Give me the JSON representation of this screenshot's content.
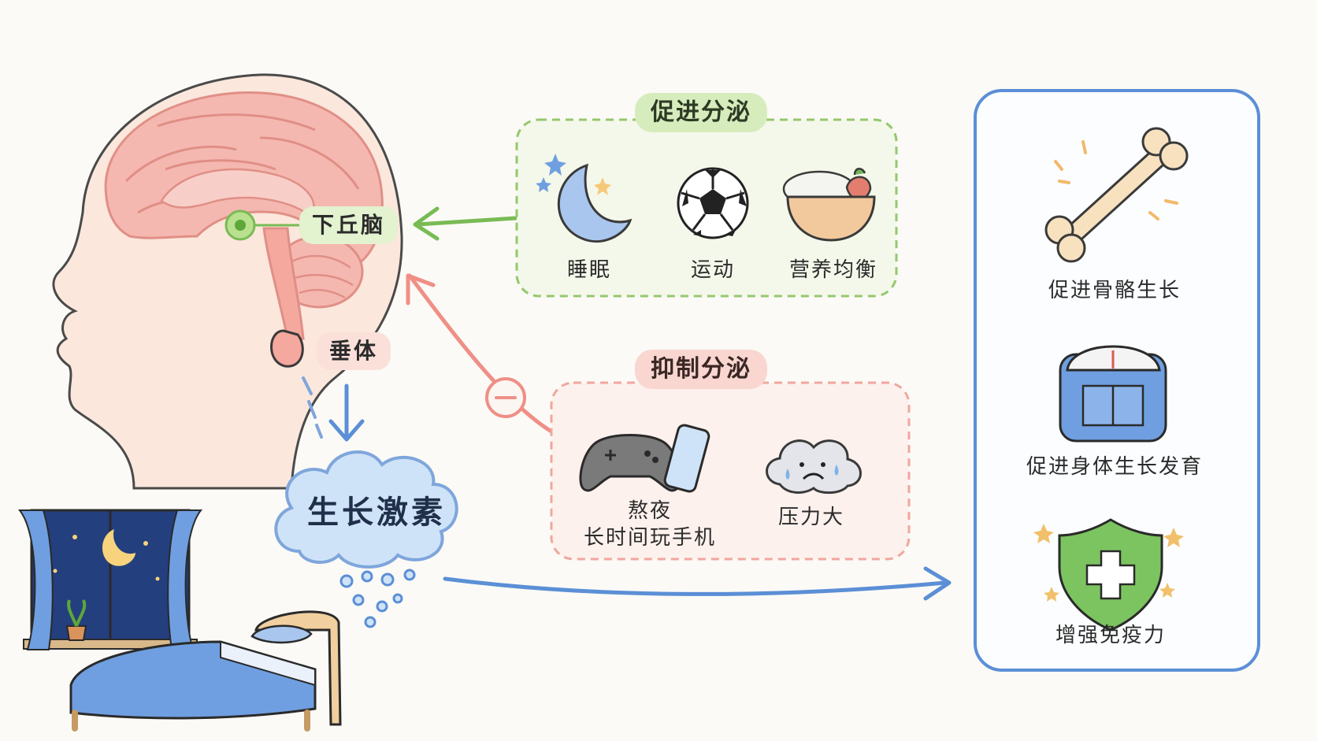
{
  "brain": {
    "hypothalamus_label": "下丘脑",
    "pituitary_label": "垂体"
  },
  "hormone": {
    "label": "生长激素"
  },
  "promote": {
    "title": "促进分泌",
    "items": [
      {
        "label": "睡眠",
        "icon": "moon-icon"
      },
      {
        "label": "运动",
        "icon": "soccer-ball-icon"
      },
      {
        "label": "营养均衡",
        "icon": "food-bowl-icon"
      }
    ]
  },
  "inhibit": {
    "title": "抑制分泌",
    "items": [
      {
        "label_line1": "熬夜",
        "label_line2": "长时间玩手机",
        "icon": "gamepad-phone-icon"
      },
      {
        "label_line1": "压力大",
        "icon": "sad-cloud-icon"
      }
    ],
    "minus_symbol": "−"
  },
  "effects": {
    "items": [
      {
        "label": "促进骨骼生长",
        "icon": "bone-icon"
      },
      {
        "label": "促进身体生长发育",
        "icon": "scale-icon"
      },
      {
        "label": "增强免疫力",
        "icon": "shield-cross-icon"
      }
    ]
  },
  "colors": {
    "green": "#79bb54",
    "pink": "#ef8f86",
    "blue": "#5b8fd6",
    "skin": "#fbe7dc",
    "brain": "#f2a9a1"
  }
}
